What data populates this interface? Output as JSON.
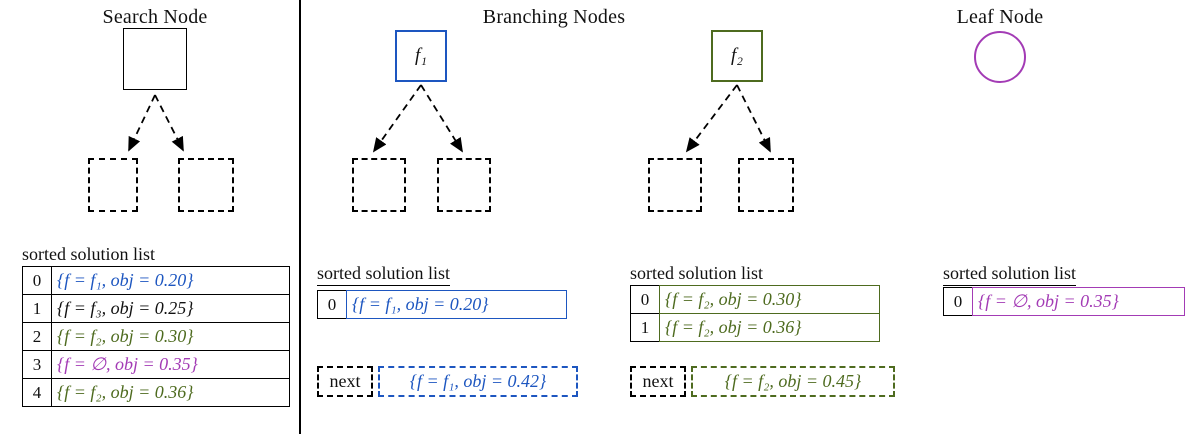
{
  "palette": {
    "blue": "#1d56c0",
    "green": "#4e6b1f",
    "purple": "#a33bb5",
    "black": "#111111"
  },
  "search": {
    "title": "Search Node",
    "list_label": "sorted solution list",
    "rows": [
      {
        "index": "0",
        "text": "{f = f₁, obj = 0.20}",
        "color": "blue"
      },
      {
        "index": "1",
        "text": "{f = f₃, obj = 0.25}",
        "color": "black"
      },
      {
        "index": "2",
        "text": "{f = f₂, obj = 0.30}",
        "color": "green"
      },
      {
        "index": "3",
        "text": "{f = ∅, obj = 0.35}",
        "color": "purple"
      },
      {
        "index": "4",
        "text": "{f = f₂, obj = 0.36}",
        "color": "green"
      }
    ]
  },
  "branching": {
    "title": "Branching Nodes",
    "nodes": [
      {
        "label": "f₁",
        "color": "blue",
        "list_label": "sorted solution list",
        "rows": [
          {
            "index": "0",
            "text": "{f = f₁, obj = 0.20}",
            "color": "blue"
          }
        ],
        "next_label": "next",
        "next": {
          "text": "{f = f₁, obj = 0.42}",
          "color": "blue"
        }
      },
      {
        "label": "f₂",
        "color": "green",
        "list_label": "sorted solution list",
        "rows": [
          {
            "index": "0",
            "text": "{f = f₂, obj = 0.30}",
            "color": "green"
          },
          {
            "index": "1",
            "text": "{f = f₂, obj = 0.36}",
            "color": "green"
          }
        ],
        "next_label": "next",
        "next": {
          "text": "{f = f₂, obj = 0.45}",
          "color": "green"
        }
      }
    ]
  },
  "leaf": {
    "title": "Leaf Node",
    "node_color": "purple",
    "list_label": "sorted solution list",
    "rows": [
      {
        "index": "0",
        "text": "{f = ∅, obj = 0.35}",
        "color": "purple"
      }
    ]
  }
}
